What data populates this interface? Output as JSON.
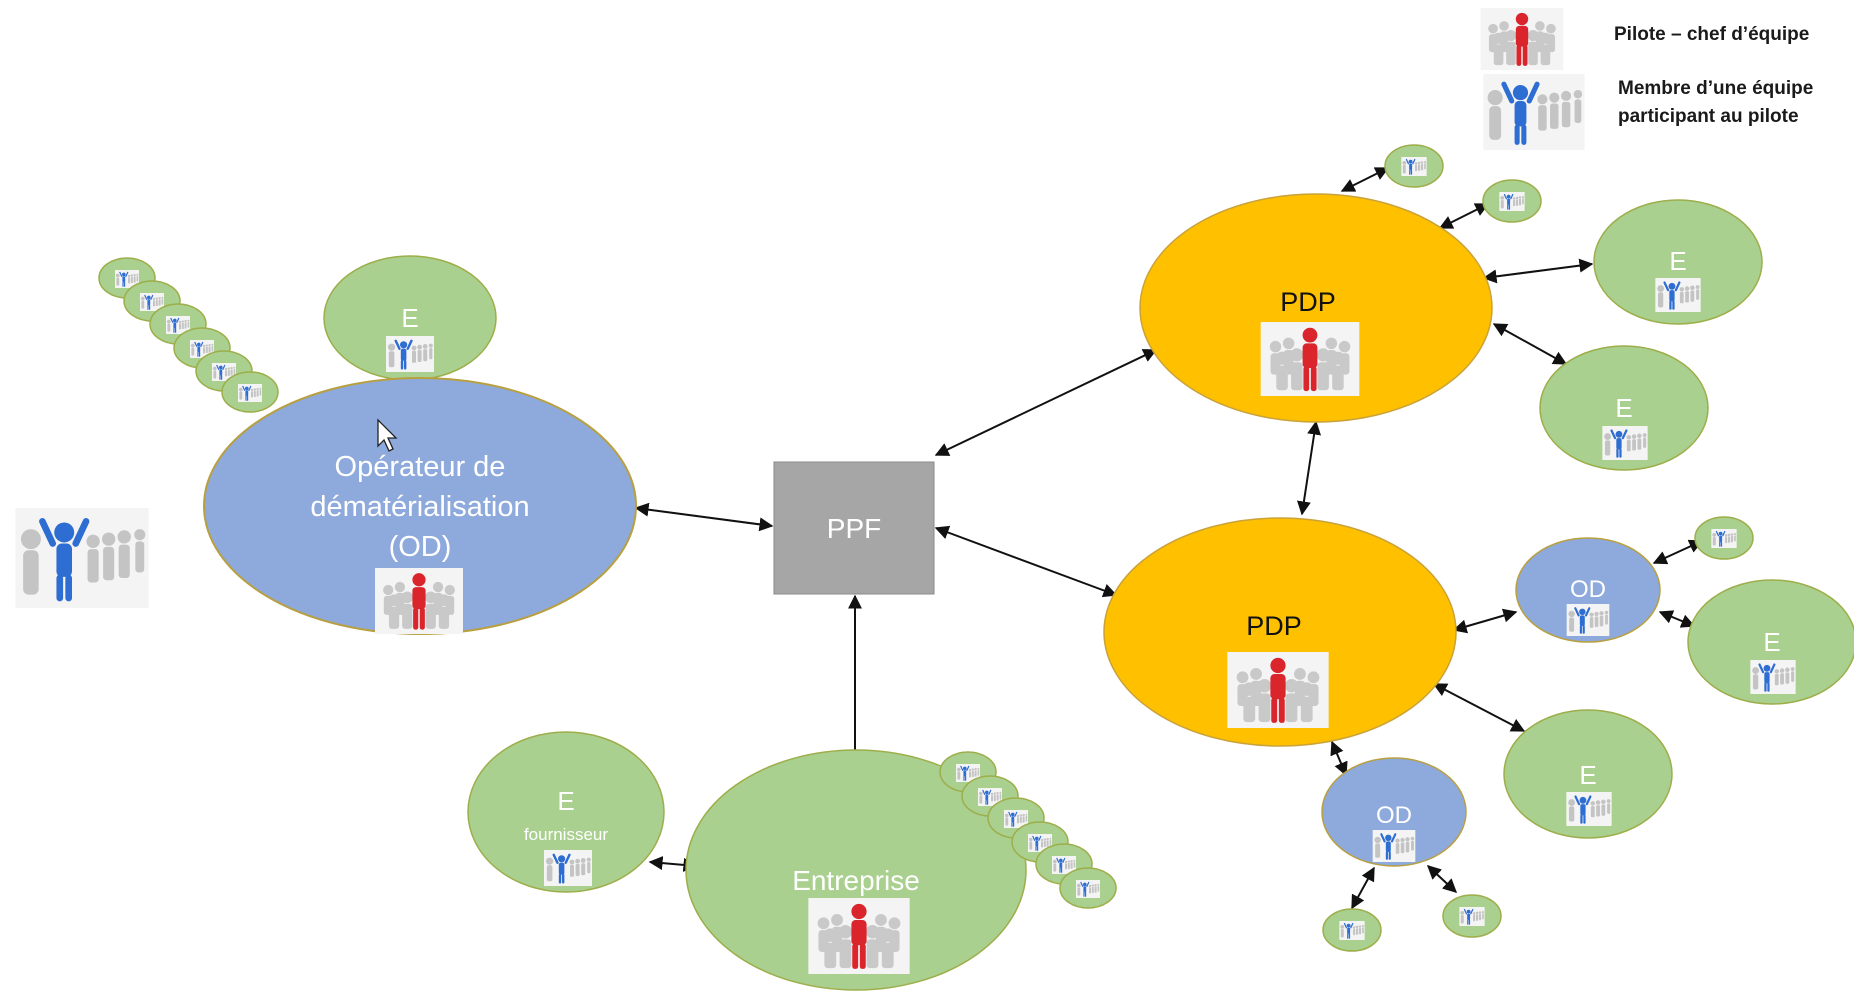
{
  "legend": {
    "pilot_label": "Pilote – chef d’équipe",
    "member_label_line1": "Membre d’une équipe",
    "member_label_line2": "participant au pilote",
    "pilot_icon": "pilot-team-icon",
    "member_icon": "team-member-icon"
  },
  "nodes": {
    "od_main_line1": "Opérateur de",
    "od_main_line2": "dématérialisation",
    "od_main_line3": "(OD)",
    "ppf": "PPF",
    "pdp_top": "PDP",
    "pdp_bottom": "PDP",
    "entreprise": "Entreprise",
    "e_label": "E",
    "fournisseur": "fournisseur",
    "od_small": "OD"
  },
  "colors": {
    "blue_node": "#8EA9DB",
    "green_node": "#A9D08E",
    "yellow_node": "#FFC000",
    "grey_node": "#A6A6A6",
    "node_border": "#B8A040",
    "pilot_red": "#D9252B",
    "member_blue": "#2E6DD1"
  }
}
